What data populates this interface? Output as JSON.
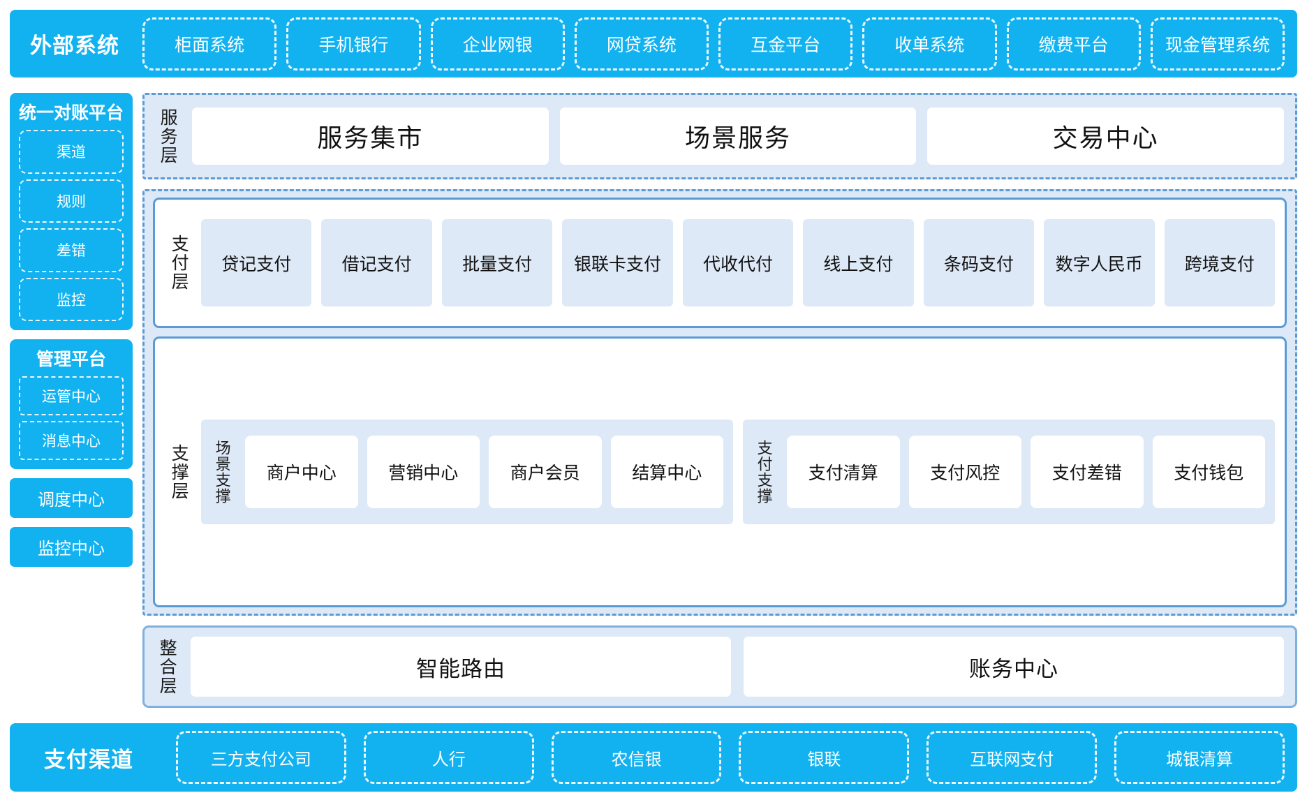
{
  "external_systems": {
    "title": "外部系统",
    "items": [
      "柜面系统",
      "手机银行",
      "企业网银",
      "网贷系统",
      "互金平台",
      "收单系统",
      "缴费平台",
      "现金管理系统"
    ]
  },
  "sidebar": {
    "recon_platform": {
      "title": "统一对账平台",
      "items": [
        "渠道",
        "规则",
        "差错",
        "监控"
      ]
    },
    "manage_platform": {
      "title": "管理平台",
      "items": [
        "运管中心",
        "消息中心"
      ]
    },
    "blocks": [
      "调度中心",
      "监控中心"
    ]
  },
  "service_layer": {
    "label": "服务层",
    "cards": [
      "服务集市",
      "场景服务",
      "交易中心"
    ]
  },
  "payment_layer": {
    "label": "支付层",
    "cards": [
      "贷记支付",
      "借记支付",
      "批量支付",
      "银联卡支付",
      "代收代付",
      "线上支付",
      "条码支付",
      "数字人民币",
      "跨境支付"
    ]
  },
  "support_layer": {
    "label": "支撑层",
    "groups": [
      {
        "label": "场景支撑",
        "cards": [
          "商户中心",
          "营销中心",
          "商户会员",
          "结算中心"
        ]
      },
      {
        "label": "支付支撑",
        "cards": [
          "支付清算",
          "支付风控",
          "支付差错",
          "支付钱包"
        ]
      }
    ]
  },
  "integration_layer": {
    "label": "整合层",
    "cards": [
      "智能路由",
      "账务中心"
    ]
  },
  "payment_channel": {
    "title": "支付渠道",
    "items": [
      "三方支付公司",
      "人行",
      "农信银",
      "银联",
      "互联网支付",
      "城银清算"
    ]
  },
  "colors": {
    "brand_blue": "#12B2F0",
    "panel_blue": "#DEE9F7",
    "border_blue": "#5B9BD5",
    "white": "#FFFFFF"
  }
}
